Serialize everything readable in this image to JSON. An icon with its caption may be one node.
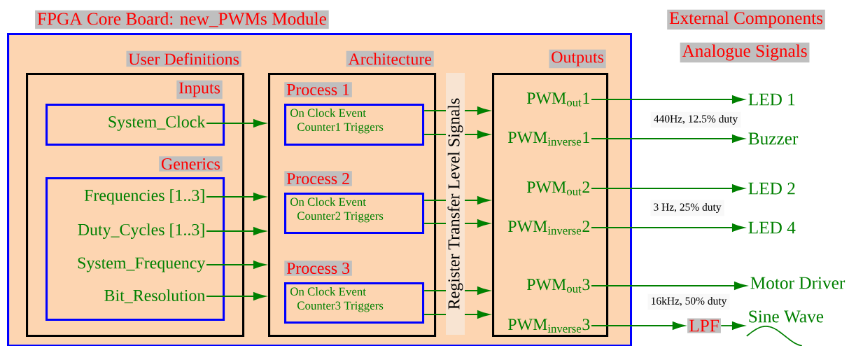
{
  "diagram": {
    "nodes": [
      {
        "text": [
          "FPGA Core Board: new_PWMs Module"
        ]
      },
      {
        "text": [
          "User Definitions"
        ],
        "in": 0
      },
      {
        "text": [
          "Inputs"
        ],
        "in": 1
      },
      {
        "text": [
          "System_Clock"
        ],
        "in": 2
      },
      {
        "text": [
          "Generics"
        ],
        "in": 1
      },
      {
        "text": [
          "Frequencies [1..3]"
        ],
        "in": 4
      },
      {
        "text": [
          "Duty_Cycles [1..3]"
        ],
        "in": 4
      },
      {
        "text": [
          "System_Frequency"
        ],
        "in": 4
      },
      {
        "text": [
          "Bit_Resolution"
        ],
        "in": 4
      },
      {
        "text": [
          "Architecture"
        ],
        "in": 0
      },
      {
        "text": [
          "Process 1",
          "On Clock Event",
          "Counter1 Triggers"
        ],
        "in": 9
      },
      {
        "text": [
          "Process 2",
          "On Clock Event",
          "Counter2 Triggers"
        ],
        "in": 9
      },
      {
        "text": [
          "Process 3",
          "On Clock Event",
          "Counter3 Triggers"
        ],
        "in": 9
      },
      {
        "text": [
          "Outputs"
        ],
        "in": 0
      },
      {
        "text": [
          "PWM$_{out}$1"
        ],
        "in": 13
      },
      {
        "text": [
          "PWM$_{inverse}$1"
        ],
        "in": 13
      },
      {
        "text": [
          "PWM$_{out}$2"
        ],
        "in": 13
      },
      {
        "text": [
          "PWM$_{inverse}$2"
        ],
        "in": 13
      },
      {
        "text": [
          "PWM$_{out}$3"
        ],
        "in": 13
      },
      {
        "text": [
          "PWM$_{inverse}$3"
        ],
        "in": 13
      },
      {
        "text": [
          "LED 1"
        ]
      },
      {
        "text": [
          "Buzzer"
        ]
      },
      {
        "text": [
          "LED 2"
        ]
      },
      {
        "text": [
          "LED 4"
        ]
      },
      {
        "text": [
          "Motor Driver"
        ]
      },
      {
        "text": [
          "LPF"
        ]
      },
      {
        "text": [
          "Sine Wave"
        ]
      }
    ],
    "edges": [
      {
        "from": 3,
        "to": 9,
        "arrow": "to"
      },
      {
        "from": 5,
        "to": 9,
        "arrow": "to"
      },
      {
        "from": 6,
        "to": 9,
        "arrow": "to"
      },
      {
        "from": 7,
        "to": 9,
        "arrow": "to"
      },
      {
        "from": 8,
        "to": 9,
        "arrow": "to"
      },
      {
        "from": 10,
        "to": 13,
        "arrow": "to"
      },
      {
        "from": 10,
        "to": 13,
        "arrow": "to"
      },
      {
        "from": 11,
        "to": 13,
        "arrow": "to"
      },
      {
        "from": 11,
        "to": 13,
        "arrow": "to"
      },
      {
        "from": 12,
        "to": 13,
        "arrow": "to"
      },
      {
        "from": 12,
        "to": 13,
        "arrow": "to"
      },
      {
        "from": 14,
        "to": 20,
        "arrow": "to"
      },
      {
        "from": 15,
        "to": 21,
        "arrow": "to"
      },
      {
        "from": 16,
        "to": 22,
        "arrow": "to"
      },
      {
        "from": 17,
        "to": 23,
        "arrow": "to"
      },
      {
        "from": 18,
        "to": 24,
        "arrow": "to"
      },
      {
        "from": 19,
        "to": 25,
        "arrow": "to"
      },
      {
        "from": 25,
        "to": 26,
        "arrow": "to"
      }
    ],
    "labels": [
      "External Components",
      "Analogue Signals",
      "Register Transfer Level Signals",
      "440Hz, 12.5% duty",
      "3 Hz, 25% duty",
      "16kHz, 50% duty"
    ]
  }
}
